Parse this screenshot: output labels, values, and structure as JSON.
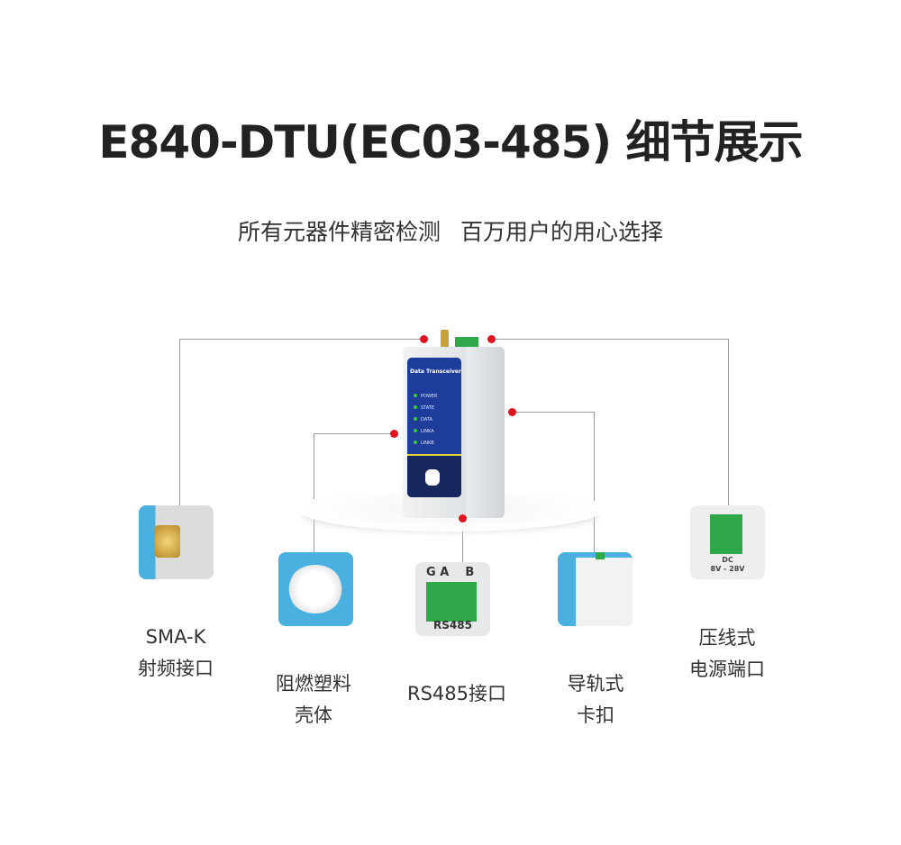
{
  "title": "E840-DTU(EC03-485) 细节展示",
  "subtitle": "所有元器件精密检测 百万用户的用心选择",
  "device": {
    "panel_title": "Data Transceiver",
    "leds": [
      "POWER",
      "STATE",
      "DATA",
      "LINKA",
      "LINKB"
    ]
  },
  "features": [
    {
      "line1": "SMA-K",
      "line2": "射频接口",
      "icon": "sma-connector"
    },
    {
      "line1": "阻燃塑料",
      "line2": "壳体",
      "icon": "plastic-pellets"
    },
    {
      "line1": "RS485接口",
      "line2": "",
      "icon": "rs485-terminal",
      "thumb_text": {
        "g": "G",
        "a": "A",
        "b": "B",
        "bottom": "RS485"
      }
    },
    {
      "line1": "导轨式",
      "line2": "卡扣",
      "icon": "din-rail-clip"
    },
    {
      "line1": "压线式",
      "line2": "电源端口",
      "icon": "power-terminal",
      "thumb_text": {
        "top": "DC",
        "bottom": "8V - 28V"
      }
    }
  ],
  "colors": {
    "accent_dot": "#e0141e",
    "panel_blue": "#1e3c9a",
    "thumb_blue": "#4ab0e0",
    "terminal_green": "#2fa84a"
  }
}
